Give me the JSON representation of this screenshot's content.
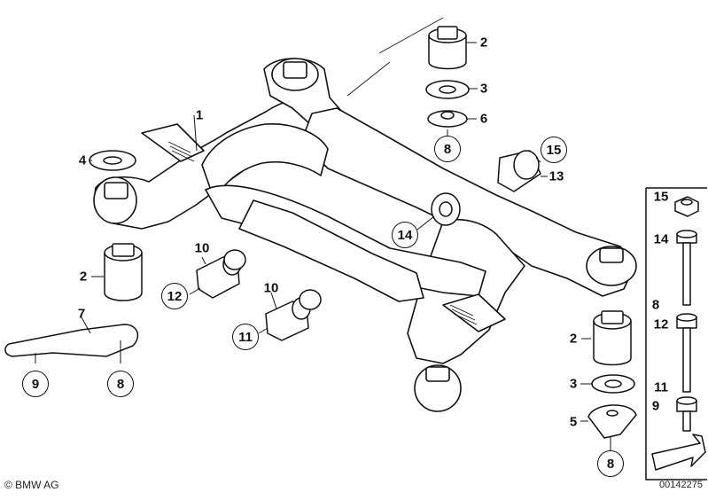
{
  "copyright": "© BMW AG",
  "drawing_number": "00142275",
  "callouts": [
    {
      "id": "c1",
      "text": "1",
      "circled": false
    },
    {
      "id": "c2a",
      "text": "2",
      "circled": false
    },
    {
      "id": "c2b",
      "text": "2",
      "circled": false
    },
    {
      "id": "c2c",
      "text": "2",
      "circled": false
    },
    {
      "id": "c3a",
      "text": "3",
      "circled": false
    },
    {
      "id": "c3b",
      "text": "3",
      "circled": false
    },
    {
      "id": "c4",
      "text": "4",
      "circled": false
    },
    {
      "id": "c5",
      "text": "5",
      "circled": false
    },
    {
      "id": "c6",
      "text": "6",
      "circled": false
    },
    {
      "id": "c7",
      "text": "7",
      "circled": false
    },
    {
      "id": "c8a",
      "text": "8",
      "circled": true
    },
    {
      "id": "c8b",
      "text": "8",
      "circled": true
    },
    {
      "id": "c8c",
      "text": "8",
      "circled": true
    },
    {
      "id": "c9",
      "text": "9",
      "circled": true
    },
    {
      "id": "c10a",
      "text": "10",
      "circled": false
    },
    {
      "id": "c10b",
      "text": "10",
      "circled": false
    },
    {
      "id": "c11",
      "text": "11",
      "circled": true
    },
    {
      "id": "c12",
      "text": "12",
      "circled": true
    },
    {
      "id": "c13",
      "text": "13",
      "circled": false
    },
    {
      "id": "c14",
      "text": "14",
      "circled": true
    },
    {
      "id": "c15",
      "text": "15",
      "circled": true
    }
  ],
  "fastener_legend": [
    {
      "id": "f15",
      "text": "15"
    },
    {
      "id": "f14",
      "text": "14"
    },
    {
      "id": "f8",
      "text": "8"
    },
    {
      "id": "f12",
      "text": "12"
    },
    {
      "id": "f11",
      "text": "11"
    },
    {
      "id": "f9",
      "text": "9"
    }
  ]
}
